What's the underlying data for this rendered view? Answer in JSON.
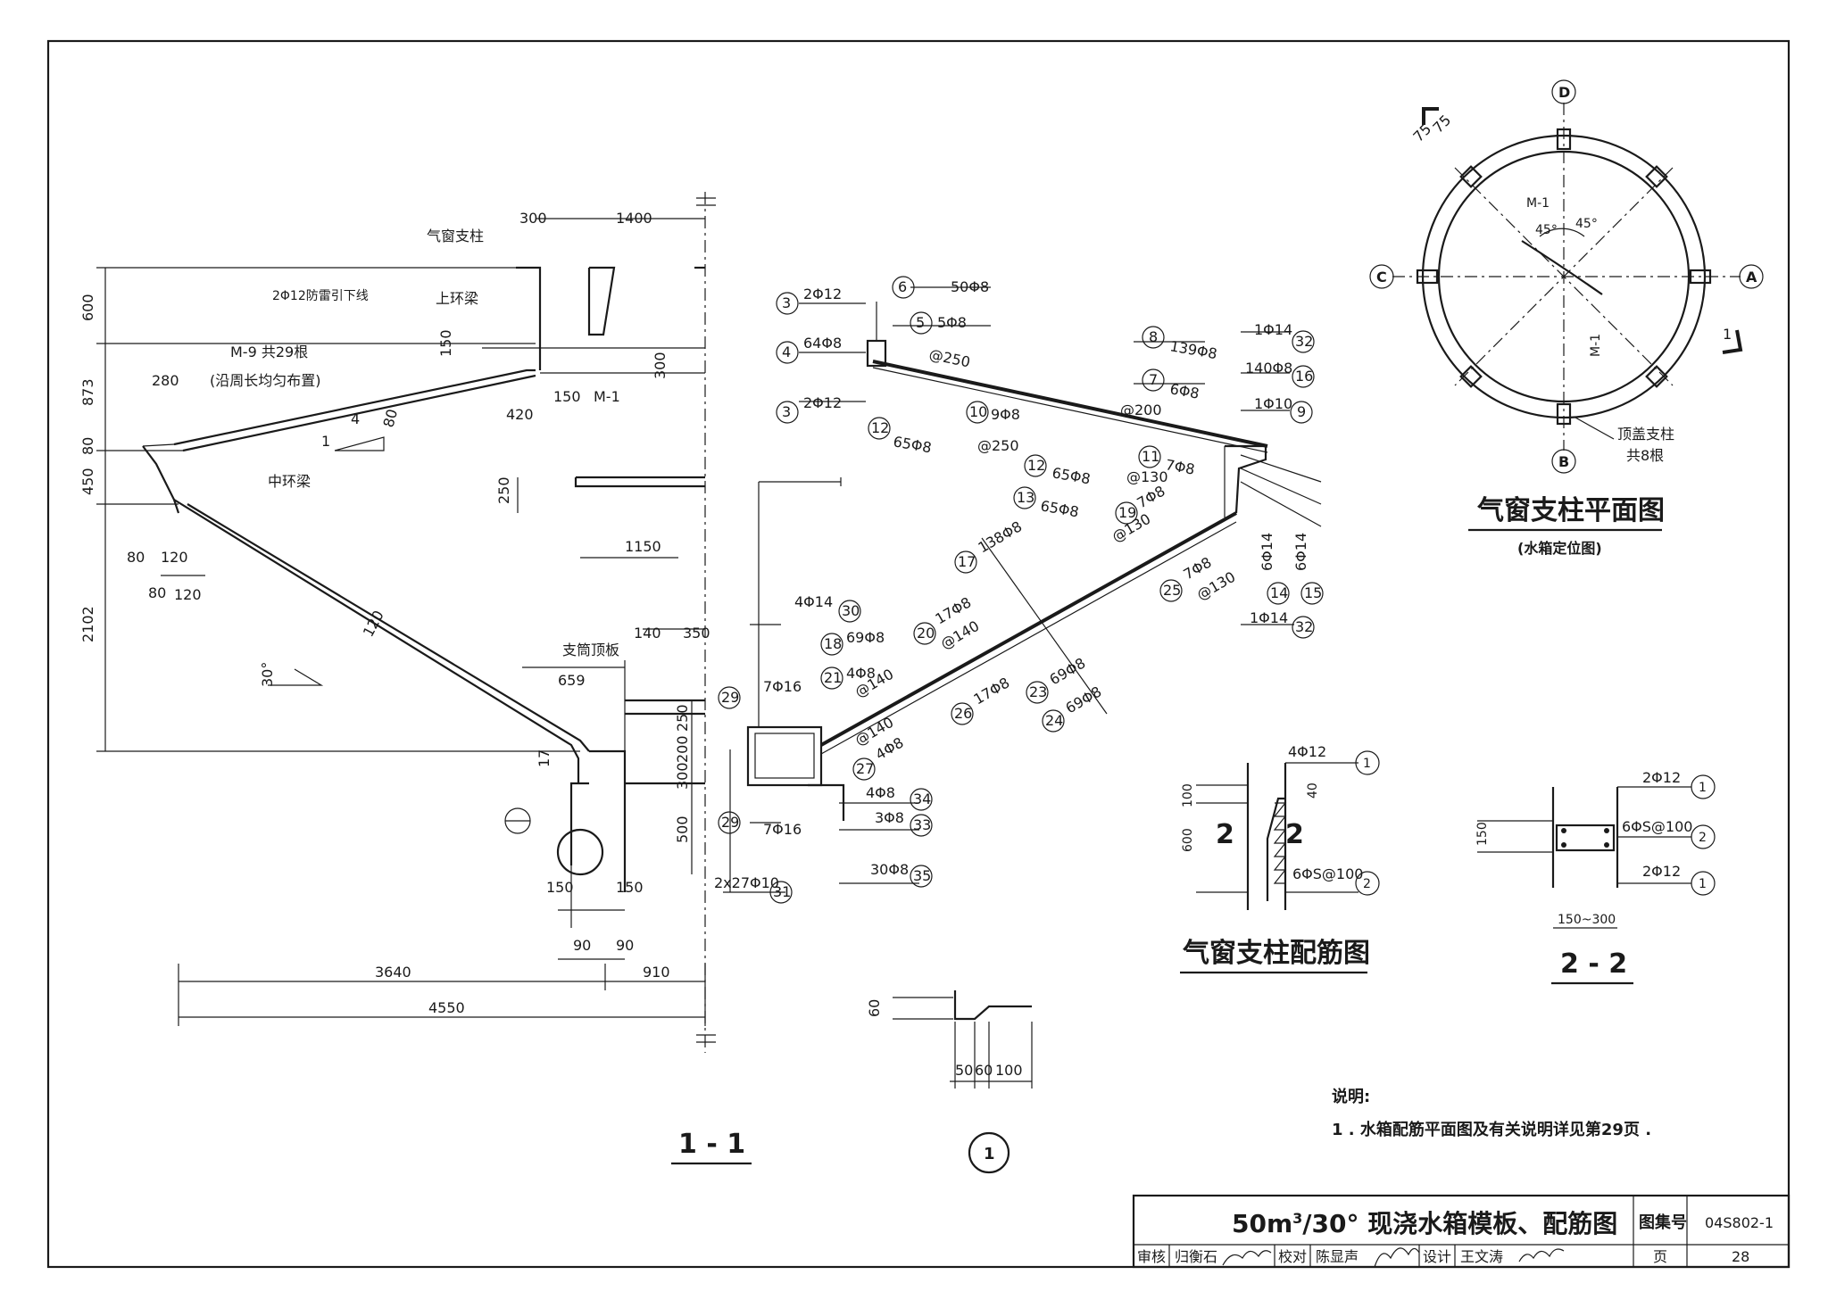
{
  "section_title": "1 - 1",
  "detail_marker": "1",
  "labels": {
    "vent_column": "气窗支柱",
    "lightning_down": "2Φ12防雷引下线",
    "upper_ring": "上环梁",
    "m9": "M-9 共29根",
    "m9_note": "(沿周长均匀布置)",
    "mid_ring": "中环梁",
    "support_top": "支筒顶板",
    "m1": "M-1"
  },
  "dims": [
    "300",
    "1400",
    "600",
    "873",
    "80",
    "450",
    "2102",
    "280",
    "150",
    "300",
    "420",
    "150",
    "250",
    "1150",
    "80",
    "120",
    "80",
    "120",
    "140",
    "350",
    "659",
    "250",
    "200",
    "300",
    "500",
    "150",
    "150",
    "90",
    "90",
    "3640",
    "910",
    "4550",
    "120",
    "17",
    "4",
    "80",
    "1",
    "30°"
  ],
  "rebars": [
    {
      "num": "3",
      "text": "2Φ12"
    },
    {
      "num": "4",
      "text": "64Φ8"
    },
    {
      "num": "3",
      "text": "2Φ12"
    },
    {
      "num": "6",
      "text": "50Φ8"
    },
    {
      "num": "5",
      "text": "5Φ8"
    },
    {
      "num": "",
      "text": "@250"
    },
    {
      "num": "12",
      "text": "65Φ8"
    },
    {
      "num": "10",
      "text": "9Φ8"
    },
    {
      "num": "",
      "text": "@250"
    },
    {
      "num": "12",
      "text": "65Φ8"
    },
    {
      "num": "13",
      "text": "65Φ8"
    },
    {
      "num": "8",
      "text": "139Φ8"
    },
    {
      "num": "7",
      "text": "6Φ8"
    },
    {
      "num": "",
      "text": "@200"
    },
    {
      "num": "11",
      "text": "7Φ8"
    },
    {
      "num": "",
      "text": "@130"
    },
    {
      "num": "32",
      "text": "1Φ14"
    },
    {
      "num": "16",
      "text": "140Φ8"
    },
    {
      "num": "9",
      "text": "1Φ10"
    },
    {
      "num": "19",
      "text": "7Φ8"
    },
    {
      "num": "",
      "text": "@130"
    },
    {
      "num": "14",
      "text": "6Φ14"
    },
    {
      "num": "15",
      "text": "6Φ14"
    },
    {
      "num": "25",
      "text": "7Φ8"
    },
    {
      "num": "",
      "text": "@130"
    },
    {
      "num": "32",
      "text": "1Φ14"
    },
    {
      "num": "17",
      "text": "138Φ8"
    },
    {
      "num": "20",
      "text": "17Φ8"
    },
    {
      "num": "",
      "text": "@140"
    },
    {
      "num": "18",
      "text": "69Φ8"
    },
    {
      "num": "30",
      "text": "4Φ14"
    },
    {
      "num": "21",
      "text": "4Φ8"
    },
    {
      "num": "",
      "text": "@140"
    },
    {
      "num": "26",
      "text": "17Φ8"
    },
    {
      "num": "23",
      "text": "69Φ8"
    },
    {
      "num": "24",
      "text": "69Φ8"
    },
    {
      "num": "27",
      "text": "4Φ8"
    },
    {
      "num": "",
      "text": "@140"
    },
    {
      "num": "29",
      "text": "7Φ16"
    },
    {
      "num": "29",
      "text": "7Φ16"
    },
    {
      "num": "34",
      "text": "4Φ8"
    },
    {
      "num": "33",
      "text": "3Φ8"
    },
    {
      "num": "35",
      "text": "30Φ8"
    },
    {
      "num": "31",
      "text": "2x27Φ10"
    }
  ],
  "detail1_dims": [
    "60",
    "50",
    "60",
    "100"
  ],
  "plan": {
    "title": "气窗支柱平面图",
    "subtitle": "(水箱定位图)",
    "axes": [
      "D",
      "A",
      "B",
      "C"
    ],
    "m1_a": "M-1",
    "m1_b": "M-1",
    "angle1": "45°",
    "angle2": "45°",
    "dim_75a": "75",
    "dim_75b": "75",
    "column_note_1": "顶盖支柱",
    "column_note_2": "共8根",
    "cut_mark": "1"
  },
  "column_detail": {
    "title": "气窗支柱配筋图",
    "r1": "4Φ12",
    "r2": "6ΦS@100",
    "n1": "1",
    "n2": "2",
    "d100": "100",
    "d600": "600",
    "d40": "40",
    "cut_l": "2",
    "cut_r": "2"
  },
  "section22": {
    "title": "2 - 2",
    "r1": "2Φ12",
    "r2": "6ΦS@100",
    "r3": "2Φ12",
    "n1": "1",
    "n2": "2",
    "n3": "1",
    "d150": "150",
    "d150_300": "150~300"
  },
  "notes": {
    "heading": "说明:",
    "line1": "1 . 水箱配筋平面图及有关说明详见第29页 ."
  },
  "title_block": {
    "title_a": "50m",
    "title_sup": "3",
    "title_b": "/30° 现浇水箱模板、配筋图",
    "atlas_label": "图集号",
    "atlas_no": "04S802-1",
    "review_label": "审核",
    "review_name": "归衡石",
    "check_label": "校对",
    "check_name": "陈显声",
    "design_label": "设计",
    "design_name": "王文涛",
    "page_label": "页",
    "page_no": "28"
  }
}
